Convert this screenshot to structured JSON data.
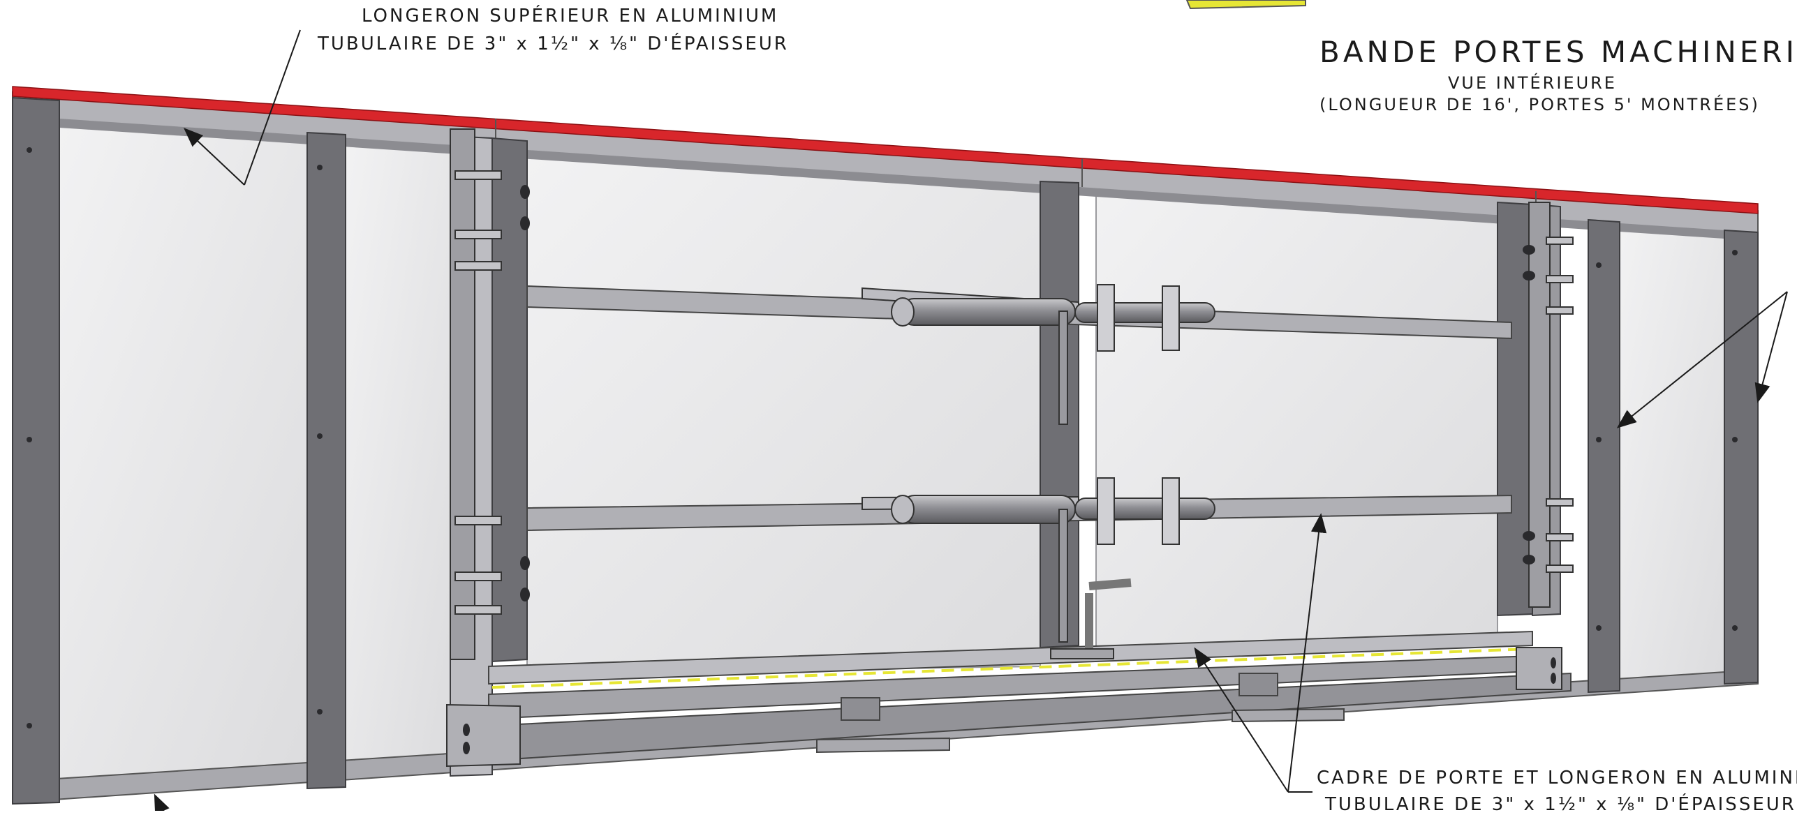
{
  "title": {
    "main": "BANDE PORTES MACHINERIE",
    "line1": "VUE INTÉRIEURE",
    "line2": "(LONGUEUR DE 16', PORTES 5' MONTRÉES)"
  },
  "callouts": {
    "top_rail": {
      "line1": "LONGERON SUPÉRIEUR EN ALUMINIUM",
      "line2": "TUBULAIRE DE 3\" x 1½\" x ⅛\" D'ÉPAISSEUR"
    },
    "door_frame": {
      "line1": "CADRE DE PORTE ET LONGERON EN ALUMINIUM",
      "line2": "TUBULAIRE DE 3\" x 1½\" x ⅛\" D'ÉPAISSEUR"
    }
  },
  "colors": {
    "cap": "#d8262b",
    "frame": "#a9a9ae",
    "post": "#6f6f74",
    "panel": "#e4e4e6",
    "cylinder": "#8a8a8f",
    "ink": "#1a1a1a",
    "yellow": "#e6e635"
  }
}
